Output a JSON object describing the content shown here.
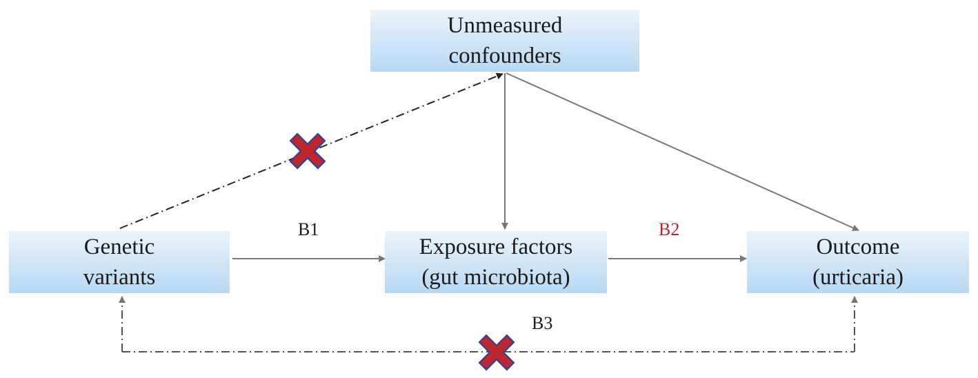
{
  "nodes": {
    "confounders": {
      "line1": "Unmeasured",
      "line2": "confounders"
    },
    "genetic": {
      "line1": "Genetic",
      "line2": "variants"
    },
    "exposure": {
      "line1": "Exposure factors",
      "line2": "(gut microbiota)"
    },
    "outcome": {
      "line1": "Outcome",
      "line2": "(urticaria)"
    }
  },
  "edges": {
    "b1": "B1",
    "b2": "B2",
    "b3": "B3"
  },
  "colors": {
    "box_gradient_top": "#eaf4fc",
    "box_gradient_bottom": "#b6d8f3",
    "arrow": "#777777",
    "dashdot": "#333333",
    "b2_label": "#c0272d",
    "cross_fill": "#c0272d",
    "cross_outline": "#3a3f8f"
  },
  "icons": {
    "blocked_path": "cross-icon"
  }
}
